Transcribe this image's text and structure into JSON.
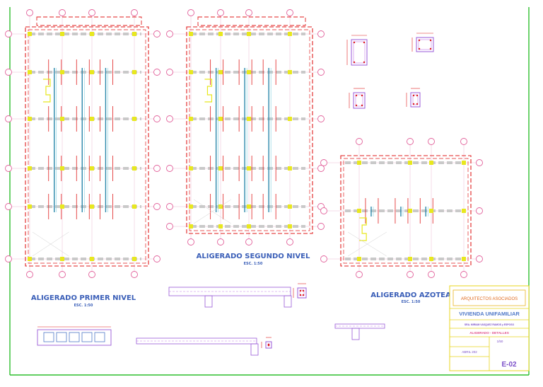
{
  "drawing": {
    "plan_titles": {
      "first": "ALIGERADO PRIMER NIVEL",
      "second": "ALIGERADO SEGUNDO  NIVEL",
      "roof": "ALIGERADO AZOTEA"
    },
    "scales": {
      "first": "ESC. 1:50",
      "second": "ESC. 1:50",
      "roof": "ESC. 1:50"
    }
  },
  "title_block": {
    "firm": "ARQUITECTOS ASOCIADOS",
    "project": "VIVIENDA UNIFAMILIAR",
    "owner": "SRA. MIRIAM VASQUEZ RAMOS y ESPOSO",
    "content": "ALIGERADO - DETALLES",
    "scale": "1/50",
    "date": "ABRIL 202",
    "sheet_number": "E-02"
  },
  "colors": {
    "border_line": "#2fbf2f",
    "grid_bubble": "#e2609a",
    "beam_dashed": "#e01e1e",
    "joist": "#2a88aa",
    "highlight": "#e8e81e",
    "title_text": "#3b5fb8",
    "detail": "#7a4fc8"
  }
}
